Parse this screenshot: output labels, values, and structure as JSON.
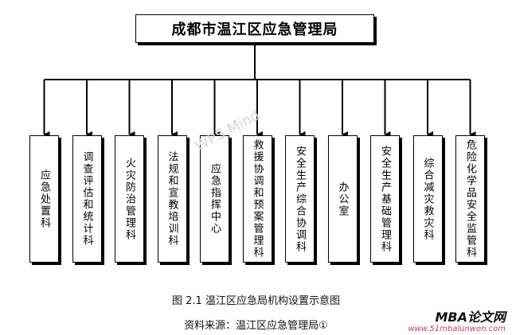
{
  "root": {
    "label": "成都市温江区应急管理局"
  },
  "departments": [
    "应急处置科",
    "调查评估和统计科",
    "火灾防治管理科",
    "法规和宣教培训科",
    "应急指挥中心",
    "救援协调和预案管理科",
    "安全生产综合协调科",
    "办公室",
    "安全生产基础管理科",
    "综合减灾救灾科",
    "危险化学品安全监管科"
  ],
  "caption": {
    "title": "图 2.1  温江区应急局机构设置示意图",
    "source": "资料来源：温江区应急管理局①"
  },
  "watermark": "WPS Mind",
  "logo": {
    "main": "MBA论文网",
    "url": "www.51mbalunwen.com"
  },
  "colors": {
    "line": "#000000",
    "background": "#ffffff",
    "logo_url": "#c84060"
  }
}
